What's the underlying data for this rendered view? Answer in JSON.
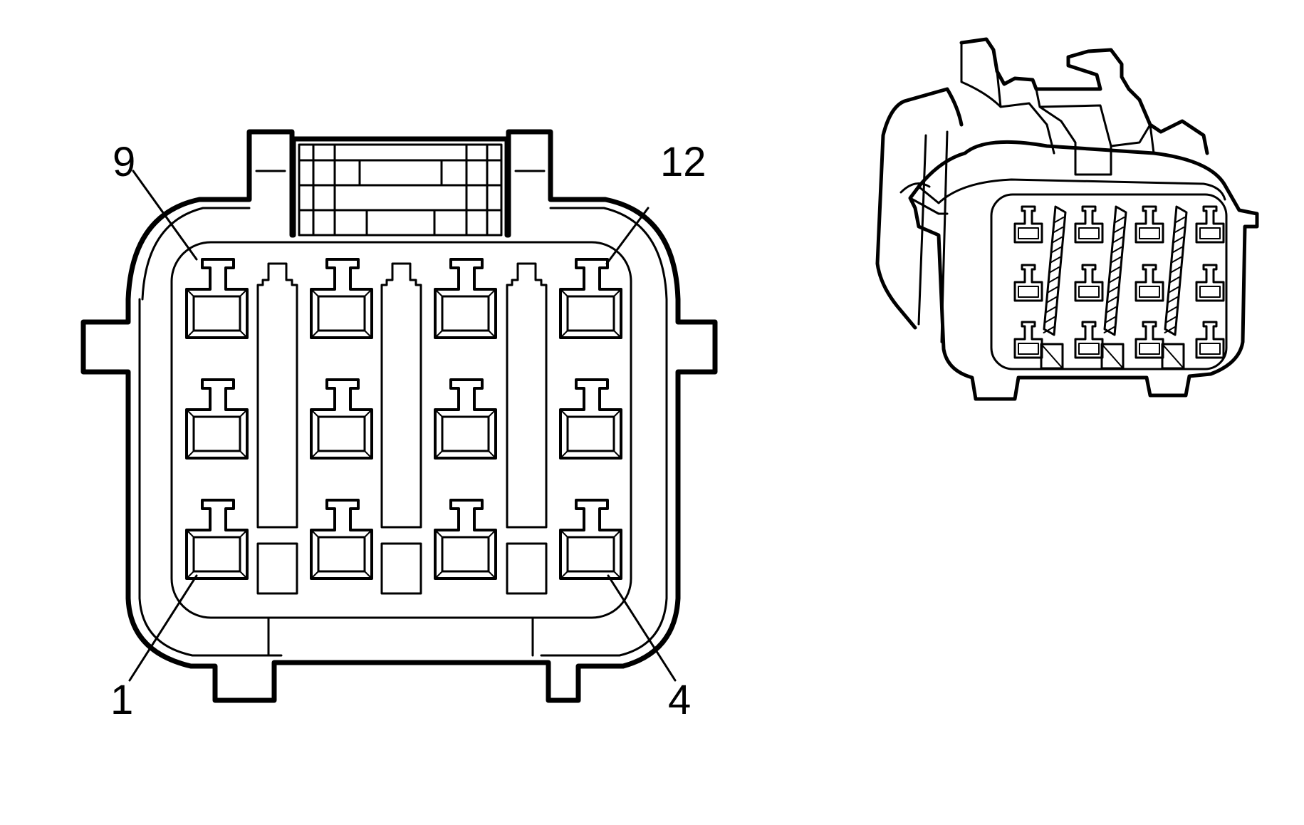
{
  "figure": {
    "type": "connector-end-view",
    "pin_rows": 3,
    "pin_columns": 4,
    "pin_count": 12,
    "line_color": "#000000",
    "background_color": "#ffffff"
  },
  "labels": {
    "pin_9": "9",
    "pin_12": "12",
    "pin_1": "1",
    "pin_4": "4"
  }
}
